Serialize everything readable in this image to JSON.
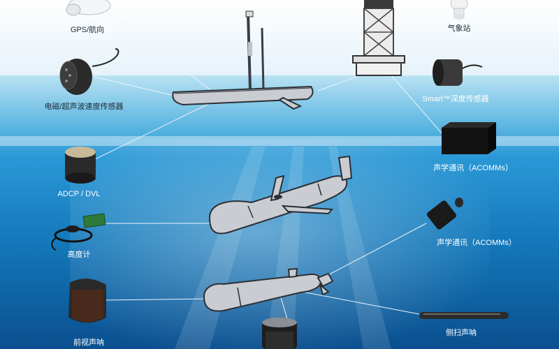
{
  "labels": {
    "gps": "GPS/航向",
    "em_speed": "电磁/超声波速度传感器",
    "adcp": "ADCP / DVL",
    "altimeter": "高度计",
    "forward_sonar": "前视声呐",
    "weather": "气象站",
    "depth": "Smart™深度传感器",
    "acomms_1": "声学通讯（ACOMMs）",
    "acomms_2": "声学通讯（ACOMMs）",
    "side_scan": "侧扫声呐"
  },
  "colors": {
    "sky_top": "#ffffff",
    "sky_bottom": "#e9f4fb",
    "water_surface": "#9fd6ee",
    "water_mid": "#1f8fcf",
    "water_deep": "#0a4d8c",
    "vehicle_fill": "#c9ccd0",
    "vehicle_stroke": "#2a2f35",
    "leader": "#e8f2f8"
  }
}
